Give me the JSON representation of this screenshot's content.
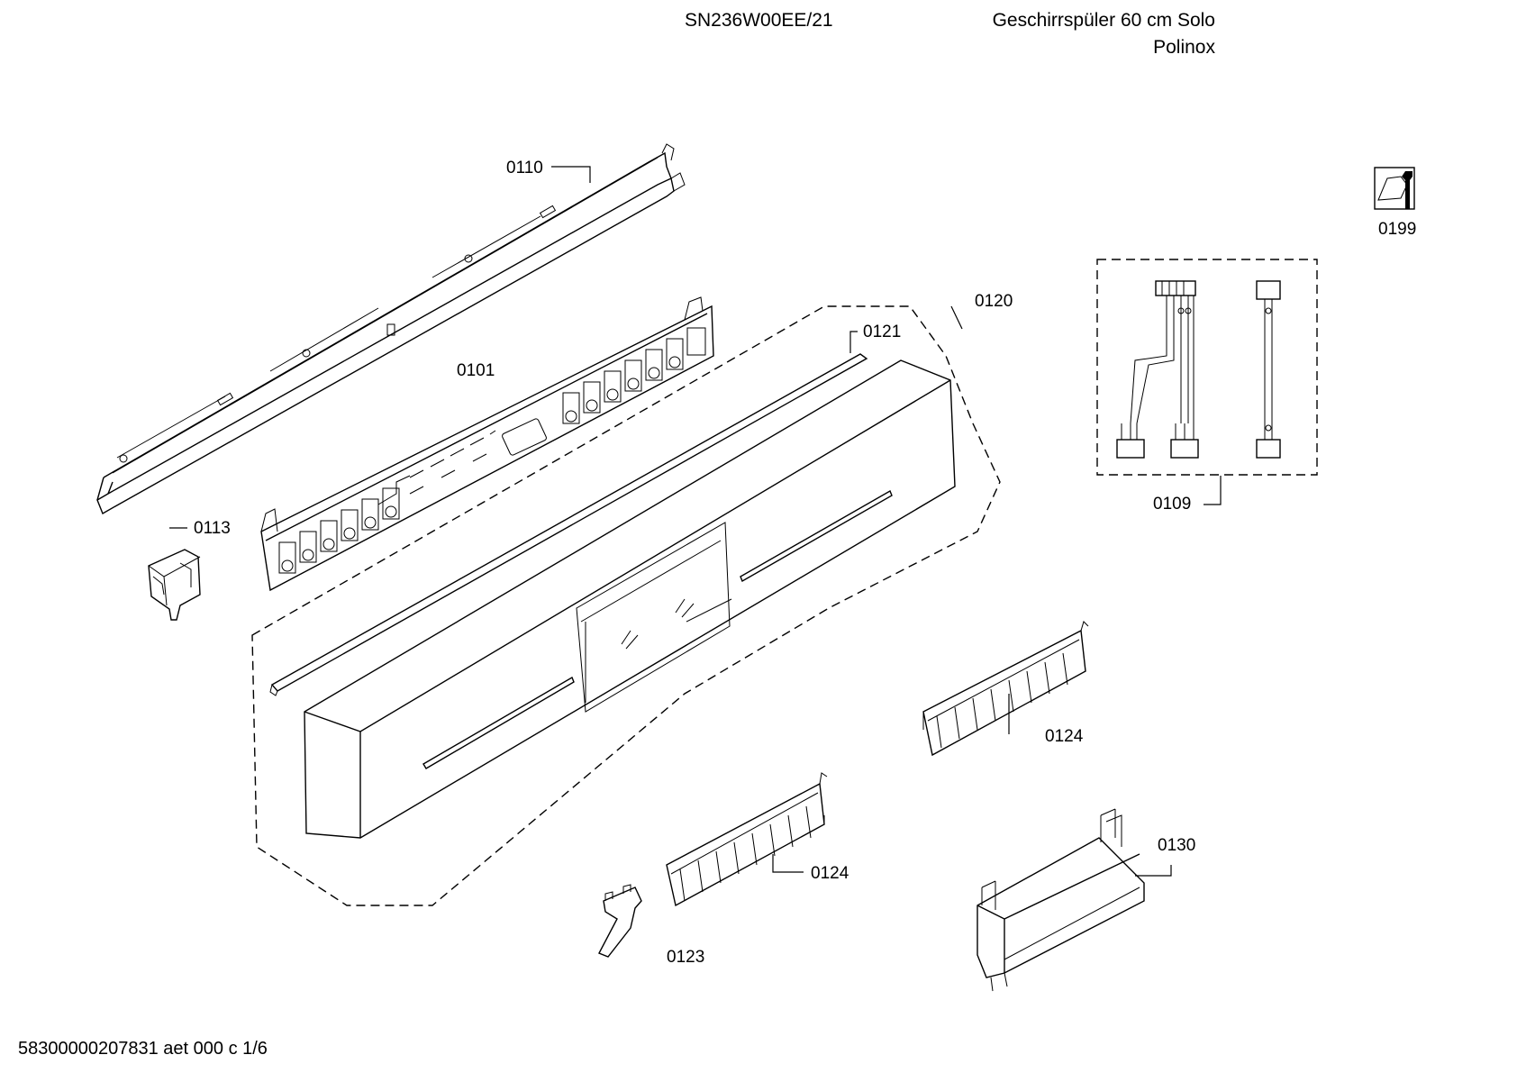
{
  "header": {
    "model": "SN236W00EE/21",
    "title": "Geschirrspüler 60 cm Solo",
    "subtitle": "Polinox"
  },
  "footer": {
    "doc_id": "58300000207831 aet 000 c 1/6"
  },
  "part_labels": {
    "p0110": "0110",
    "p0101": "0101",
    "p0113": "0113",
    "p0120": "0120",
    "p0121": "0121",
    "p0199": "0199",
    "p0109": "0109",
    "p0124a": "0124",
    "p0124b": "0124",
    "p0130": "0130",
    "p0123": "0123"
  },
  "icons": {
    "service": "wrench-icon"
  }
}
